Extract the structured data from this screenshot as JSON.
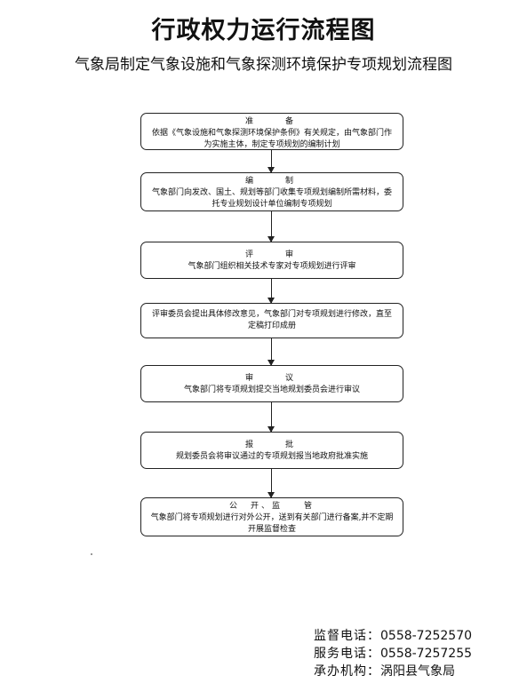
{
  "header": {
    "title": "行政权力运行流程图",
    "subtitle": "气象局制定气象设施和气象探测环境保护专项规划流程图"
  },
  "steps": [
    {
      "header": "准　　备",
      "text": "依据《气象设施和气象探测环境保护条例》有关规定，由气象部门作为实施主体，制定专项规划的编制计划"
    },
    {
      "header": "编　　制",
      "text": "气象部门向发改、国土、规划等部门收集专项规划编制所需材料，委托专业规划设计单位编制专项规划"
    },
    {
      "header": "评　　审",
      "text": "气象部门组织相关技术专家对专项规划进行评审"
    },
    {
      "header": "",
      "text": "评审委员会提出具体修改意见，气象部门对专项规划进行修改，直至定稿打印成册"
    },
    {
      "header": "审　　议",
      "text": "气象部门将专项规划提交当地规划委员会进行审议"
    },
    {
      "header": "报　　批",
      "text": "规划委员会将审议通过的专项规划报当地政府批准实施"
    },
    {
      "header": "公　开、监　　管",
      "text": "气象部门将专项规划进行对外公开，送到有关部门进行备案,并不定期开展监督检查"
    }
  ],
  "footer": {
    "supervise_label": "监督电话：",
    "supervise_phone": "0558-7252570",
    "service_label": "服务电话：",
    "service_phone": "0558-7257255",
    "org_label": "承办机构：",
    "org_name": "涡阳县气象局"
  }
}
